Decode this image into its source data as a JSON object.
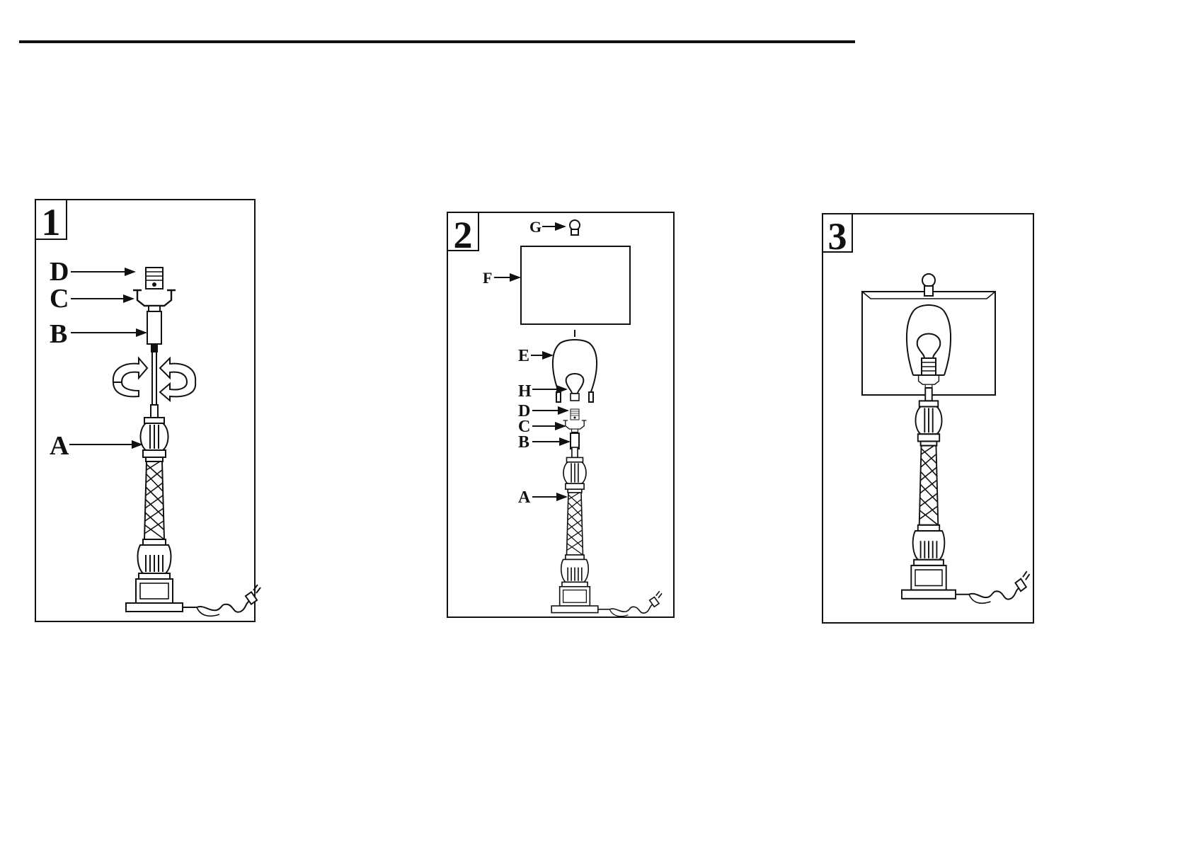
{
  "panels": [
    {
      "step": "1",
      "labels": {
        "d": "D",
        "c": "C",
        "b": "B",
        "a": "A"
      }
    },
    {
      "step": "2",
      "labels": {
        "g": "G",
        "f": "F",
        "e": "E",
        "h": "H",
        "d": "D",
        "c": "C",
        "b": "B",
        "a": "A"
      }
    },
    {
      "step": "3"
    }
  ],
  "colors": {
    "ink": "#111111",
    "paper": "#ffffff",
    "shade": "#d9d9d9"
  }
}
